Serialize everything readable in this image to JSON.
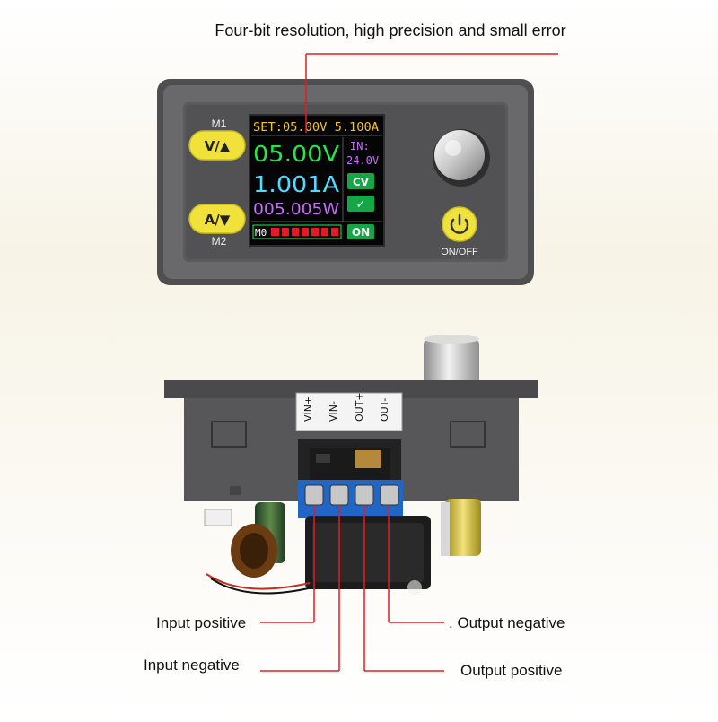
{
  "headline": "Four-bit resolution, high precision and small error",
  "panel": {
    "m1_label": "M1",
    "m2_label": "M2",
    "btn_up": "V/▲",
    "btn_down": "A/▼",
    "power_label": "ON/OFF",
    "colors": {
      "yellow": "#f0e23a",
      "panel_gray": "#5d5d5f",
      "screen_bg": "#000000"
    }
  },
  "screen": {
    "set_line": "SET:05.00V 5.100A",
    "voltage": "05.00V",
    "current": "1.001A",
    "power": "005.005W",
    "in_label": "IN:",
    "in_value": "24.0V",
    "mode_badge": "CV",
    "check_badge": "✓",
    "on_badge": "ON",
    "memory": "M0",
    "colors": {
      "set": "#f5c518",
      "voltage": "#22e64a",
      "current": "#56d8ff",
      "power": "#c56bff",
      "in": "#c56bff",
      "badge": "#15a745"
    }
  },
  "terminals": {
    "labels": [
      "VIN+",
      "VIN-",
      "OUT+",
      "OUT-"
    ]
  },
  "callouts": {
    "input_positive": "Input positive",
    "input_negative": "Input negative",
    "output_negative": ". Output negative",
    "output_positive": "Output positive"
  },
  "accent_line_color": "#e01d25"
}
